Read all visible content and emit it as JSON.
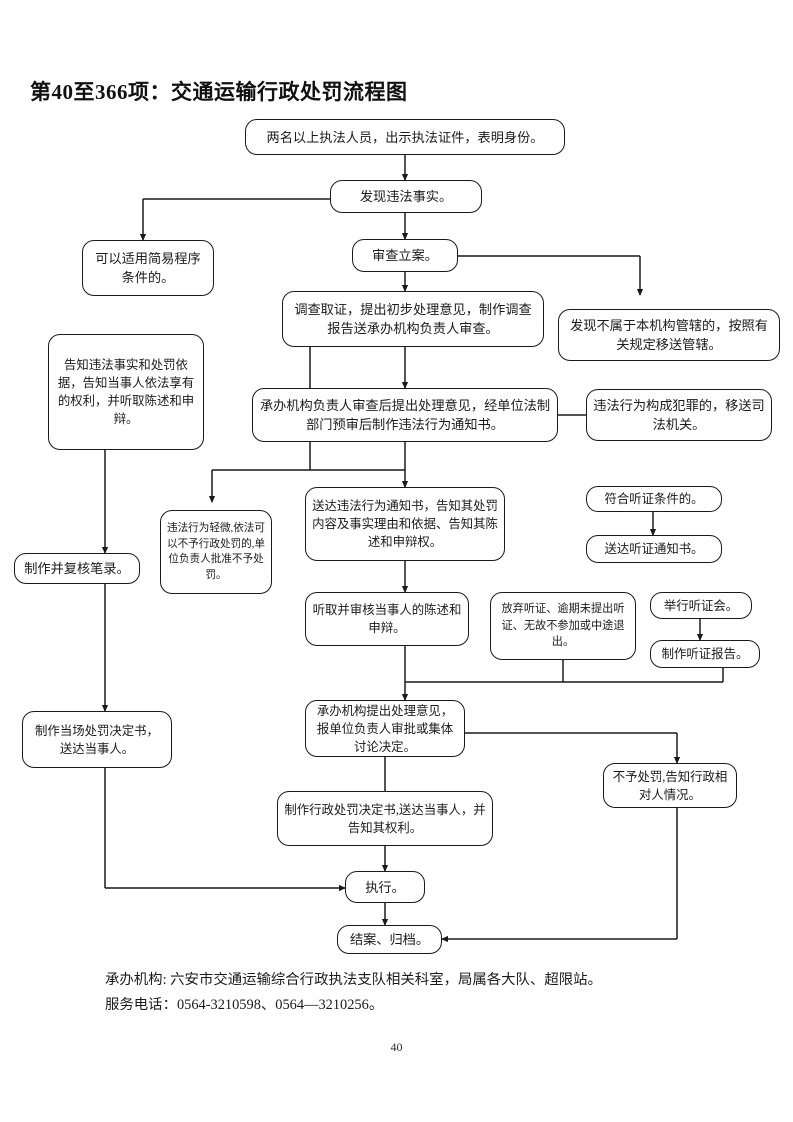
{
  "document": {
    "title": "第40至366项：交通运输行政处罚流程图",
    "page_number": "40"
  },
  "nodes": {
    "n1": {
      "label": "两名以上执法人员，出示执法证件，表明身份。"
    },
    "n2": {
      "label": "发现违法事实。"
    },
    "n3": {
      "label": "可以适用简易程序条件的。"
    },
    "n4": {
      "label": "审查立案。"
    },
    "n5": {
      "label": "调查取证，提出初步处理意见，制作调查报告送承办机构负责人审查。"
    },
    "n6": {
      "label": "发现不属于本机构管辖的，按照有关规定移送管辖。"
    },
    "n7": {
      "label": "告知违法事实和处罚依据，告知当事人依法享有的权利，并听取陈述和申辩。"
    },
    "n8": {
      "label": "承办机构负责人审查后提出处理意见，经单位法制部门预审后制作违法行为通知书。"
    },
    "n9": {
      "label": "违法行为构成犯罪的，移送司法机关。"
    },
    "n10": {
      "label": "违法行为轻微,依法可以不予行政处罚的,单位负责人批准不予处罚。"
    },
    "n11": {
      "label": "送达违法行为通知书，告知其处罚内容及事实理由和依据、告知其陈述和申辩权。"
    },
    "n12": {
      "label": "符合听证条件的。"
    },
    "n13": {
      "label": "送达听证通知书。"
    },
    "n14": {
      "label": "制作并复核笔录。"
    },
    "n15": {
      "label": "听取并审核当事人的陈述和申辩。"
    },
    "n16": {
      "label": "放弃听证、逾期未提出听证、无故不参加或中途退出。"
    },
    "n17": {
      "label": "举行听证会。"
    },
    "n18": {
      "label": "制作听证报告。"
    },
    "n19": {
      "label": "承办机构提出处理意见，报单位负责人审批或集体讨论决定。"
    },
    "n20": {
      "label": "制作当场处罚决定书，送达当事人。"
    },
    "n21": {
      "label": "制作行政处罚决定书,送达当事人，并告知其权利。"
    },
    "n22": {
      "label": "不予处罚,告知行政相对人情况。"
    },
    "n23": {
      "label": "执行。"
    },
    "n24": {
      "label": "结案、归档。"
    }
  },
  "footer": {
    "line1": "承办机构: 六安市交通运输综合行政执法支队相关科室，局属各大队、超限站。",
    "line2": "服务电话：0564-3210598、0564—3210256。"
  },
  "style": {
    "stroke": "#1a1a1a",
    "background": "#ffffff"
  }
}
